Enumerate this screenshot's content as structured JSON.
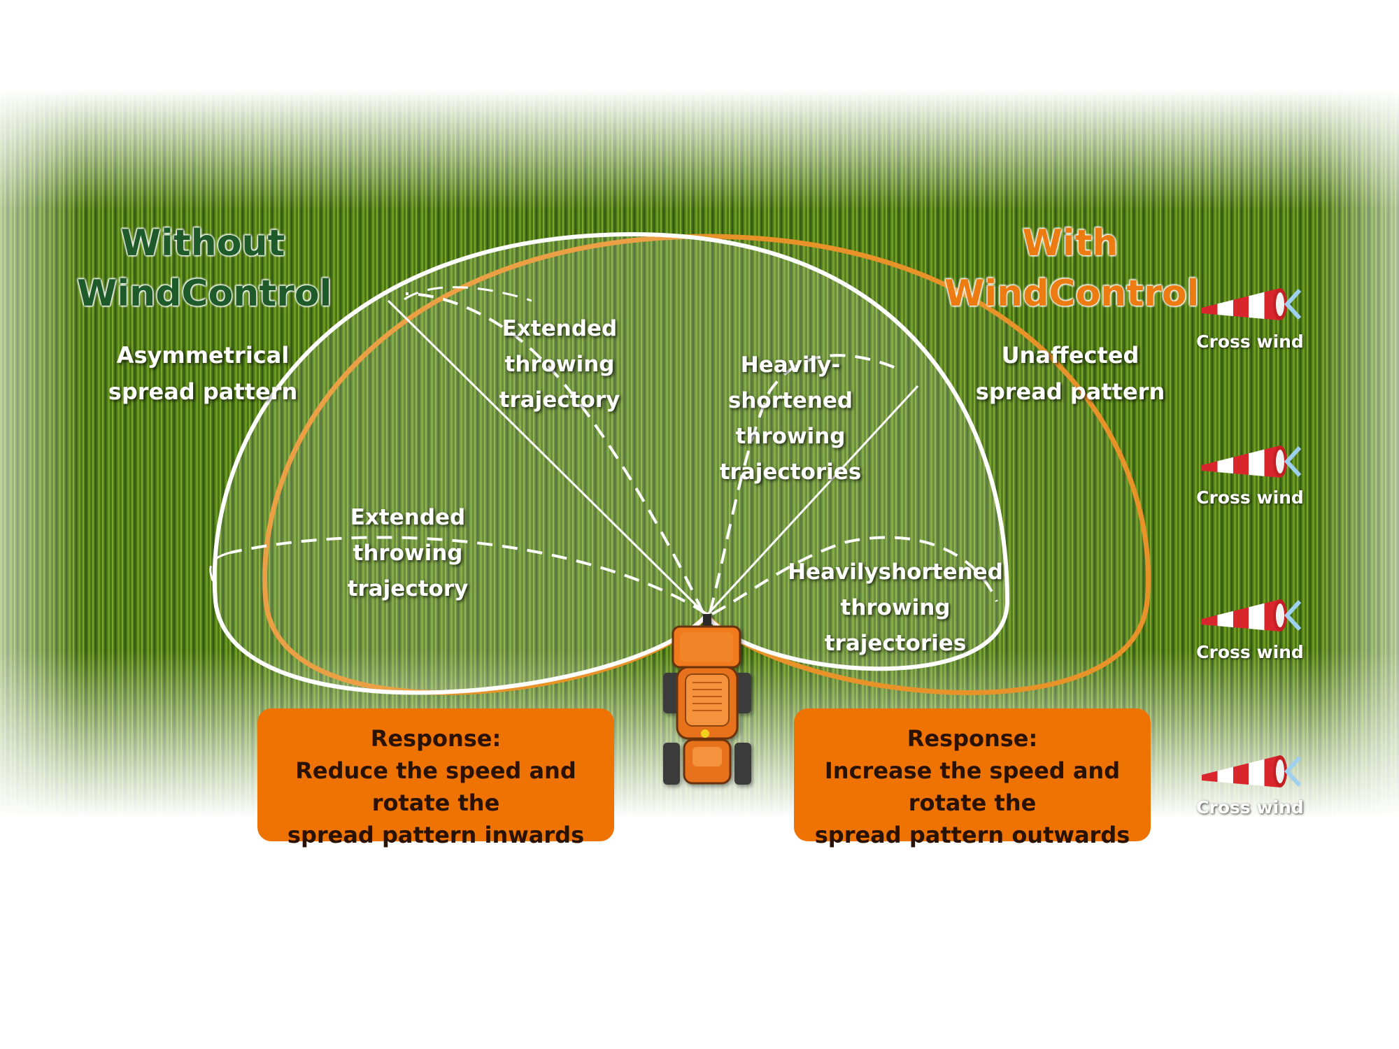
{
  "headings": {
    "without": {
      "line1": "Without",
      "line2": "WindControl",
      "color": "#1f5a2a"
    },
    "with": {
      "line1": "With",
      "line2": "WindControl",
      "color": "#ec7b12"
    }
  },
  "subtitles": {
    "without": {
      "line1": "Asymmetrical",
      "line2": "spread pattern"
    },
    "with": {
      "line1": "Unaffected",
      "line2": "spread pattern"
    }
  },
  "annotations": {
    "extended_top": [
      "Extended",
      "throwing",
      "trajectory"
    ],
    "extended_left": [
      "Extended",
      "throwing",
      "trajectory"
    ],
    "shortened_top": [
      "Heavily-",
      "shortened",
      "throwing",
      "trajectories"
    ],
    "shortened_right": [
      "Heavilyshortened",
      "throwing",
      "trajectories"
    ]
  },
  "responses": {
    "left": {
      "title": "Response:",
      "line1": "Reduce the speed and rotate the",
      "line2": "spread pattern inwards"
    },
    "right": {
      "title": "Response:",
      "line1": "Increase the speed and rotate the",
      "line2": "spread pattern outwards"
    },
    "color": "#ee7303"
  },
  "windsocks": {
    "icon": "windsock-icon",
    "labels": [
      "Cross wind",
      "Cross wind",
      "Cross wind",
      "Cross wind"
    ]
  },
  "colors": {
    "field": "#4f7a1c",
    "white_pattern": "#ffffff",
    "orange_pattern": "#e8922a"
  }
}
